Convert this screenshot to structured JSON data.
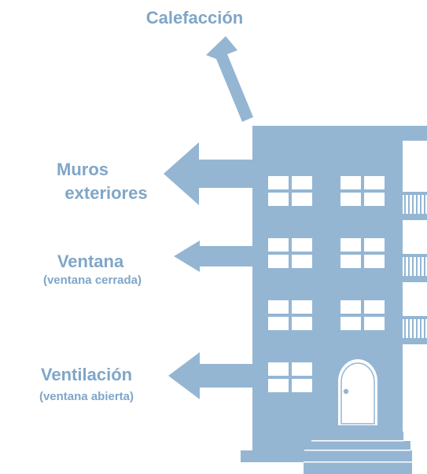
{
  "colors": {
    "building": "#94b6d3",
    "arrow": "#94b6d3",
    "text": "#7fa6c8",
    "window": "#ffffff"
  },
  "labels": {
    "heating": "Calefacción",
    "walls_line1": "Muros",
    "walls_line2": "exteriores",
    "window_title": "Ventana",
    "window_sub": "(ventana cerrada)",
    "ventilation_title": "Ventilación",
    "ventilation_sub": "(ventana abierta)"
  },
  "icons": [
    "heat-loss-arrow-icon",
    "building-icon",
    "door-icon",
    "balcony-railing-icon"
  ]
}
